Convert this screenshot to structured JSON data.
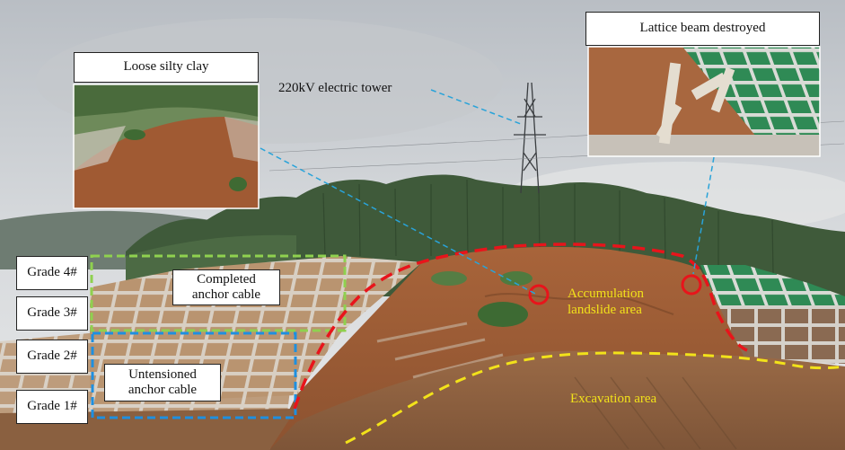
{
  "labels": {
    "loose_silty_clay": "Loose silty clay",
    "lattice_beam_destroyed": "Lattice beam destroyed",
    "electric_tower": "220kV electric tower",
    "completed_anchor_cable": "Completed anchor cable",
    "untensioned_anchor_cable": "Untensioned anchor cable",
    "accumulation_landslide_area": "Accumulation landslide area",
    "excavation_area": "Excavation area"
  },
  "grades": [
    "Grade 4#",
    "Grade 3#",
    "Grade 2#",
    "Grade 1#"
  ],
  "colors": {
    "landslide_boundary": "#e8141b",
    "excavation_boundary": "#f2e21a",
    "completed_box": "#8fd14f",
    "untensioned_box": "#1e8fe0",
    "leader_line": "#29a3d9"
  }
}
